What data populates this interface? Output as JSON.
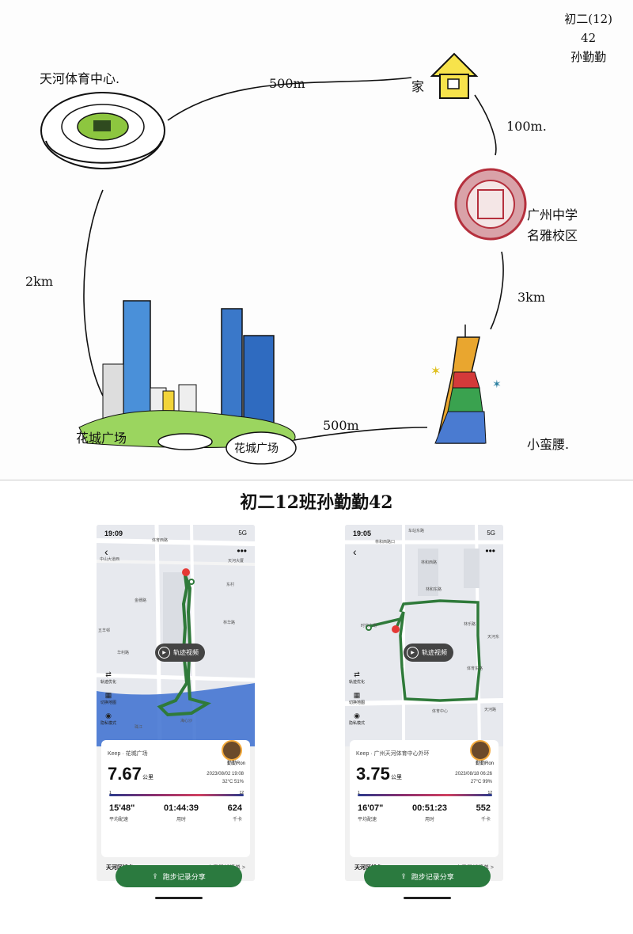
{
  "drawing": {
    "corner_note": [
      "初二(12)",
      "42",
      "孙勤勤"
    ],
    "labels": {
      "stadium": "天河体育中心.",
      "home": "家",
      "school_1": "广州中学",
      "school_2": "名雅校区",
      "tower": "小蛮腰.",
      "square": "花城广场",
      "square_sign": "花城广场"
    },
    "distances": {
      "stadium_home": "500m",
      "home_school": "100m.",
      "school_tower": "3km",
      "tower_square": "500m",
      "square_stadium": "2km"
    },
    "colors": {
      "grass": "#8dc63f",
      "house": "#f7e34b",
      "seal": "#b5303d"
    }
  },
  "screenshots": {
    "title": "初二12班孙勤勤42",
    "phones": [
      {
        "time": "19:09",
        "network": "5G",
        "streets": [
          "体育西路",
          "中山大道西",
          "天河大厦",
          "金穗路",
          "五羊邨",
          "华利路",
          "海心沙",
          "珠江",
          "东村",
          "林华路"
        ],
        "video_label": "轨迹视频",
        "tools": [
          "轨迹优化",
          "切换地图",
          "隐私模式"
        ],
        "source": "Keep · 花城广场",
        "user": "勤勤Ron",
        "distance": "7.67",
        "unit": "公里",
        "date": "2023/08/02 19:08",
        "weather": "32°C  51%",
        "bar_left": "1",
        "bar_right": "12",
        "pace": "15'48\"",
        "pace_label": "平均配速",
        "duration": "01:44:39",
        "duration_label": "用时",
        "calories": "624",
        "calories_label": "千卡",
        "rank_left": "天河区排名",
        "rank_right": "查看最新榜单 >",
        "share_label": "跑步记录分享"
      },
      {
        "time": "19:05",
        "network": "5G",
        "streets": [
          "车站东路",
          "林和西路口",
          "林和西路",
          "林和东路",
          "时代广场",
          "林乐路",
          "天河东",
          "体育东路",
          "体育中心",
          "天河路"
        ],
        "video_label": "轨迹视频",
        "tools": [
          "轨迹优化",
          "切换地图",
          "隐私模式"
        ],
        "source": "Keep · 广州天河体育中心外环",
        "user": "勤勤Ron",
        "distance": "3.75",
        "unit": "公里",
        "date": "2023/08/18 06:26",
        "weather": "27°C  99%",
        "bar_left": "1",
        "bar_right": "12",
        "pace": "16'07\"",
        "pace_label": "平均配速",
        "duration": "00:51:23",
        "duration_label": "用时",
        "calories": "552",
        "calories_label": "千卡",
        "rank_left": "天河区排名",
        "rank_right": "查看最新榜单 >",
        "share_label": "跑步记录分享"
      }
    ]
  }
}
